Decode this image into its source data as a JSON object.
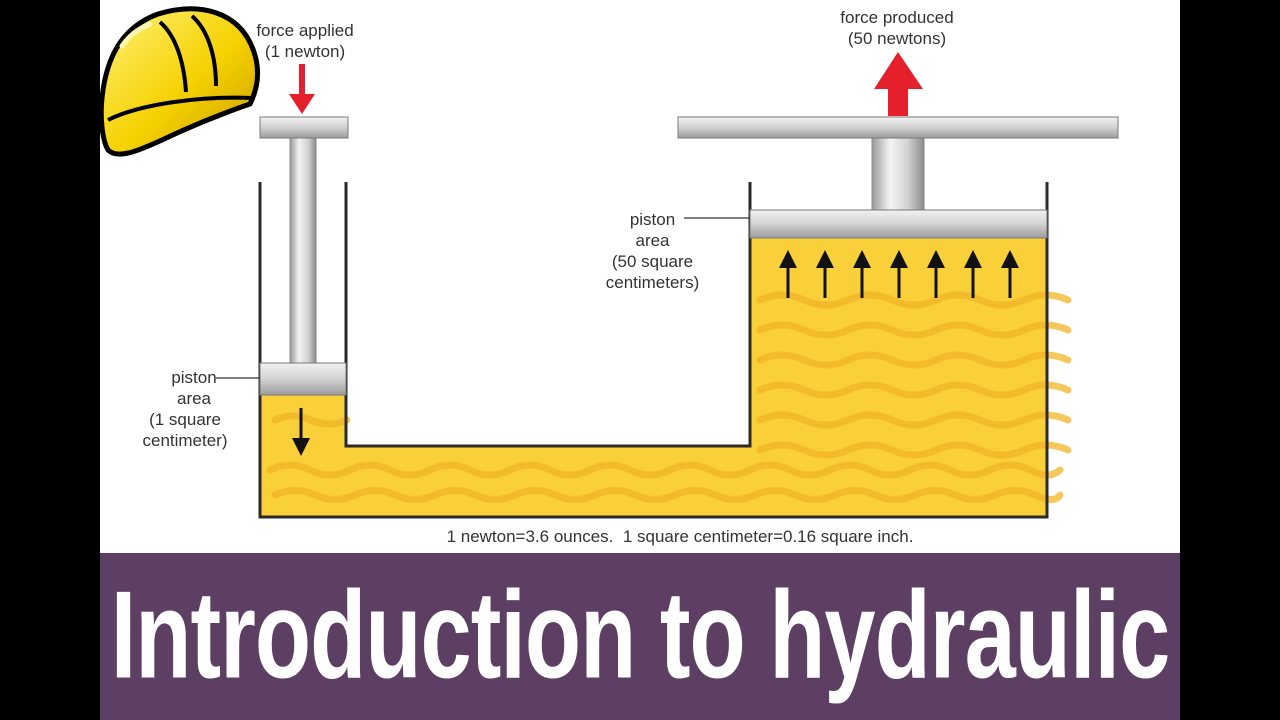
{
  "diagram": {
    "force_applied": {
      "line1": "force applied",
      "line2": "(1 newton)"
    },
    "force_produced": {
      "line1": "force produced",
      "line2": "(50 newtons)"
    },
    "small_piston_area": {
      "line1": "piston",
      "line2": "area",
      "line3": "(1 square",
      "line4": "centimeter)"
    },
    "large_piston_area": {
      "line1": "piston",
      "line2": "area",
      "line3": "(50 square",
      "line4": "centimeters)"
    },
    "conversion_note": "1 newton=3.6 ounces.  1 square centimeter=0.16 square inch."
  },
  "banner": {
    "title": "Introduction to hydraulic"
  },
  "colors": {
    "fluid": "#f9cf3a",
    "fluid_wave": "#f2b526",
    "arrow_red": "#e3202b",
    "banner": "#5c3f63",
    "helmet": "#f5d100"
  },
  "icons": {
    "logo": "hard-hat-icon"
  }
}
